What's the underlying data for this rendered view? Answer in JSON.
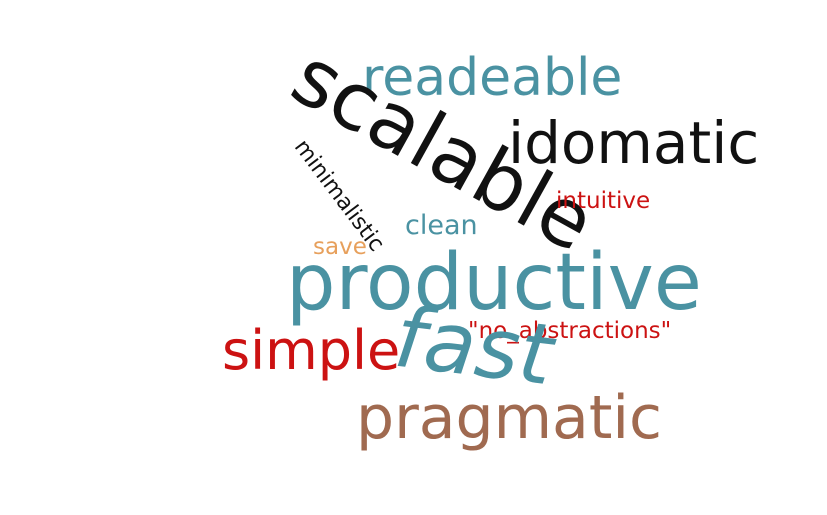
{
  "colors": {
    "teal": "#4a92a2",
    "black": "#111111",
    "red": "#cc1212",
    "orange": "#e7a05c",
    "brown": "#a06a50"
  },
  "words": {
    "readeable": "readeable",
    "scalable": "scalable",
    "idomatic": "idomatic",
    "minimalistic": "minimalistic",
    "intuitive": "intuitive",
    "clean": "clean",
    "save": "save",
    "productive": "productive",
    "no_abstractions": "\"no_abstractions\"",
    "simple": "simple",
    "fast": "fast",
    "pragmatic": "pragmatic"
  },
  "word_colors": {
    "readeable": "teal",
    "scalable": "black",
    "idomatic": "black",
    "minimalistic": "black",
    "intuitive": "red",
    "clean": "teal",
    "save": "orange",
    "productive": "teal",
    "no_abstractions": "red",
    "simple": "red",
    "fast": "teal",
    "pragmatic": "brown"
  }
}
